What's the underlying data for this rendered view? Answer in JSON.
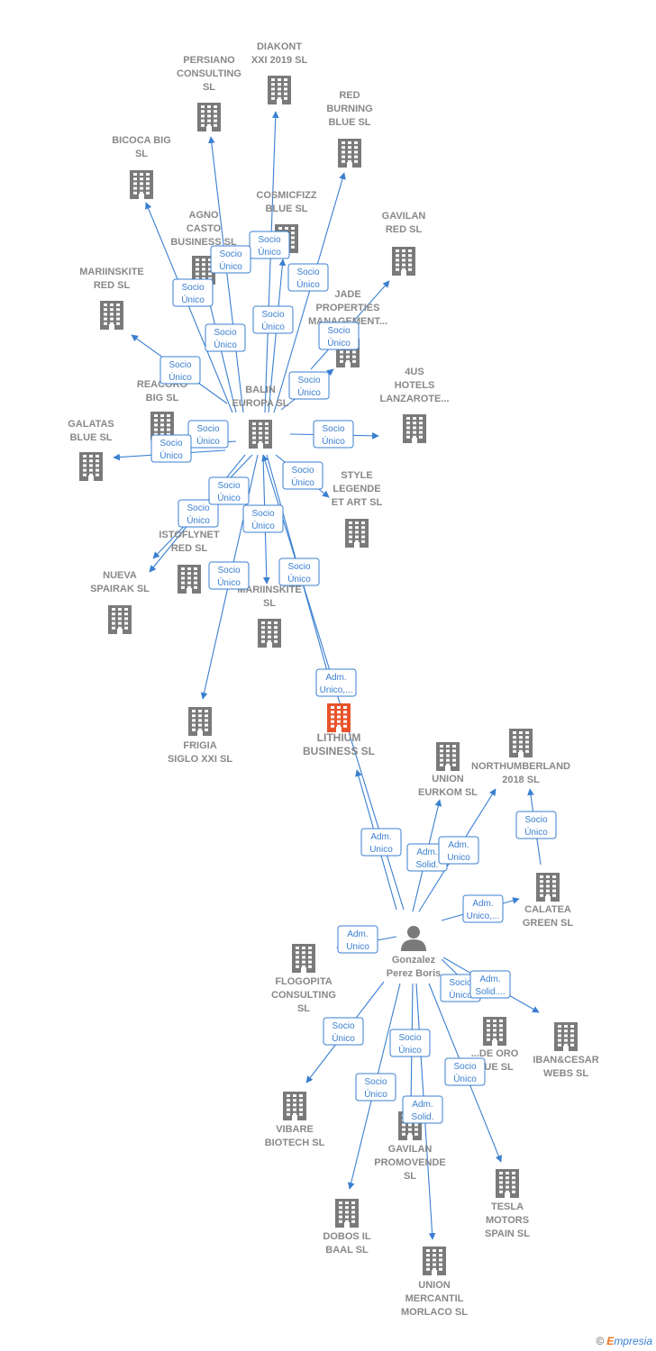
{
  "colors": {
    "building": "#7a7a7a",
    "building_main": "#e8532b",
    "person": "#7a7a7a",
    "label": "#888888",
    "edge": "#3a7fd0"
  },
  "nodes": [
    {
      "id": "diakont",
      "lines": [
        "DIAKONT",
        "XXI 2019  SL"
      ],
      "type": "company"
    },
    {
      "id": "persiano",
      "lines": [
        "PERSIANO",
        "CONSULTING",
        "SL"
      ],
      "type": "company"
    },
    {
      "id": "redburning",
      "lines": [
        "RED",
        "BURNING",
        "BLUE  SL"
      ],
      "type": "company"
    },
    {
      "id": "bicoca",
      "lines": [
        "BICOCA BIG",
        "SL"
      ],
      "type": "company"
    },
    {
      "id": "cosmicfizz",
      "lines": [
        "COSMICFIZZ",
        "BLUE  SL"
      ],
      "type": "company"
    },
    {
      "id": "agno",
      "lines": [
        "AGNO",
        "CASTO",
        "BUSINESS  SL"
      ],
      "type": "company"
    },
    {
      "id": "gavilanred",
      "lines": [
        "GAVILAN",
        "RED  SL"
      ],
      "type": "company"
    },
    {
      "id": "mariinred",
      "lines": [
        "MARIINSKITE",
        "RED  SL"
      ],
      "type": "company"
    },
    {
      "id": "jade",
      "lines": [
        "JADE",
        "PROPERTIES",
        "MANAGEMENT..."
      ],
      "type": "company"
    },
    {
      "id": "reacoro",
      "lines": [
        "REACORO",
        "BIG  SL"
      ],
      "type": "company"
    },
    {
      "id": "balin",
      "lines": [
        "BALIN",
        "EUROPA  SL"
      ],
      "type": "company"
    },
    {
      "id": "4us",
      "lines": [
        "4US",
        "HOTELS",
        "LANZAROTE..."
      ],
      "type": "company"
    },
    {
      "id": "galatas",
      "lines": [
        "GALATAS",
        "BLUE  SL"
      ],
      "type": "company"
    },
    {
      "id": "style",
      "lines": [
        "STYLE",
        "LEGENDE",
        "ET ART  SL"
      ],
      "type": "company"
    },
    {
      "id": "istoflynet",
      "lines": [
        "ISTOFLYNET",
        "RED  SL"
      ],
      "type": "company"
    },
    {
      "id": "nueva",
      "lines": [
        "NUEVA",
        "SPAIRAK  SL"
      ],
      "type": "company"
    },
    {
      "id": "mariinsl",
      "lines": [
        "MARIINSKITE",
        "SL"
      ],
      "type": "company"
    },
    {
      "id": "frigia",
      "lines": [
        "FRIGIA",
        "SIGLO XXI  SL"
      ],
      "type": "company"
    },
    {
      "id": "lithium",
      "lines": [
        "LITHIUM",
        "BUSINESS  SL"
      ],
      "type": "main"
    },
    {
      "id": "union",
      "lines": [
        "UNION",
        "EURKOM  SL"
      ],
      "type": "company"
    },
    {
      "id": "northumberland",
      "lines": [
        "NORTHUMBERLAND",
        "2018  SL"
      ],
      "type": "company"
    },
    {
      "id": "calatea",
      "lines": [
        "CALATEA",
        "GREEN  SL"
      ],
      "type": "company"
    },
    {
      "id": "gonzalez",
      "lines": [
        "Gonzalez",
        "Perez Boris"
      ],
      "type": "person"
    },
    {
      "id": "flogopita",
      "lines": [
        "FLOGOPITA",
        "CONSULTING",
        "SL"
      ],
      "type": "company"
    },
    {
      "id": "oro",
      "lines": [
        "...DE ORO",
        "...UE  SL"
      ],
      "type": "company"
    },
    {
      "id": "ibancesar",
      "lines": [
        "IBAN&CESAR",
        "WEBS  SL"
      ],
      "type": "company"
    },
    {
      "id": "vibare",
      "lines": [
        "VIBARE",
        "BIOTECH SL"
      ],
      "type": "company"
    },
    {
      "id": "gavilanprom",
      "lines": [
        "GAVILAN",
        "PROMOVENDE",
        "SL"
      ],
      "type": "company"
    },
    {
      "id": "tesla",
      "lines": [
        "TESLA",
        "MOTORS",
        "SPAIN  SL"
      ],
      "type": "company"
    },
    {
      "id": "dobos",
      "lines": [
        "DOBOS IL",
        "BAAL  SL"
      ],
      "type": "company"
    },
    {
      "id": "unionmerc",
      "lines": [
        "UNION",
        "MERCANTIL",
        "MORLACO  SL"
      ],
      "type": "company"
    }
  ],
  "edges": [
    {
      "from": "balin",
      "to": "diakont",
      "lines": [
        "Socio",
        "Único"
      ]
    },
    {
      "from": "balin",
      "to": "persiano",
      "lines": [
        "Socio",
        "Único"
      ]
    },
    {
      "from": "balin",
      "to": "redburning",
      "lines": [
        "Socio",
        "Único"
      ]
    },
    {
      "from": "balin",
      "to": "bicoca",
      "lines": [
        "Socio",
        "Único"
      ]
    },
    {
      "from": "balin",
      "to": "cosmicfizz",
      "lines": [
        "Socio",
        "Único"
      ]
    },
    {
      "from": "balin",
      "to": "agno",
      "lines": [
        "Socio",
        "Único"
      ]
    },
    {
      "from": "balin",
      "to": "gavilanred",
      "lines": [
        "Socio",
        "Único"
      ]
    },
    {
      "from": "balin",
      "to": "mariinred",
      "lines": [
        "Socio",
        "Único"
      ]
    },
    {
      "from": "balin",
      "to": "jade",
      "lines": [
        "Socio",
        "Único"
      ]
    },
    {
      "from": "balin",
      "to": "reacoro",
      "lines": [
        "Socio",
        "Único"
      ]
    },
    {
      "from": "balin",
      "to": "4us",
      "lines": [
        "Socio",
        "Único"
      ]
    },
    {
      "from": "balin",
      "to": "galatas",
      "lines": [
        "Socio",
        "Único"
      ]
    },
    {
      "from": "balin",
      "to": "style",
      "lines": [
        "Socio",
        "Único"
      ]
    },
    {
      "from": "balin",
      "to": "istoflynet",
      "lines": [
        "Socio",
        "Único"
      ]
    },
    {
      "from": "balin",
      "to": "nueva",
      "lines": [
        "Socio",
        "Único"
      ]
    },
    {
      "from": "balin",
      "to": "mariinsl",
      "lines": [
        "Socio",
        "Único"
      ]
    },
    {
      "from": "balin",
      "to": "frigia",
      "lines": [
        "Socio",
        "Único"
      ]
    },
    {
      "from": "balin",
      "to": "lithium",
      "lines": [
        "Socio",
        "Único"
      ]
    },
    {
      "from": "gonzalez",
      "to": "balin",
      "lines": [
        "Adm.",
        "Unico,..."
      ]
    },
    {
      "from": "gonzalez",
      "to": "lithium",
      "lines": [
        "Adm.",
        "Unico"
      ]
    },
    {
      "from": "gonzalez",
      "to": "union",
      "lines": [
        "Adm.",
        "Solid."
      ]
    },
    {
      "from": "gonzalez",
      "to": "northumberland",
      "lines": [
        "Adm.",
        "Unico"
      ]
    },
    {
      "from": "calatea",
      "to": "northumberland",
      "lines": [
        "Socio",
        "Único"
      ]
    },
    {
      "from": "gonzalez",
      "to": "calatea",
      "lines": [
        "Adm.",
        "Unico,..."
      ]
    },
    {
      "from": "gonzalez",
      "to": "flogopita",
      "lines": [
        "Adm.",
        "Unico"
      ]
    },
    {
      "from": "gonzalez",
      "to": "oro",
      "lines": [
        "Socio",
        "Único"
      ]
    },
    {
      "from": "gonzalez",
      "to": "ibancesar",
      "lines": [
        "Adm.",
        "Solid...."
      ]
    },
    {
      "from": "gonzalez",
      "to": "vibare",
      "lines": [
        "Socio",
        "Único"
      ]
    },
    {
      "from": "gonzalez",
      "to": "gavilanprom",
      "lines": [
        "Socio",
        "Único"
      ]
    },
    {
      "from": "gonzalez",
      "to": "tesla",
      "lines": [
        "Socio",
        "Único"
      ]
    },
    {
      "from": "gonzalez",
      "to": "dobos",
      "lines": [
        "Socio",
        "Único"
      ]
    },
    {
      "from": "gonzalez",
      "to": "unionmerc",
      "lines": [
        "Adm.",
        "Solid."
      ]
    }
  ],
  "footer": {
    "copyright": "©",
    "brand_initial": "E",
    "brand_rest": "mpresia"
  }
}
